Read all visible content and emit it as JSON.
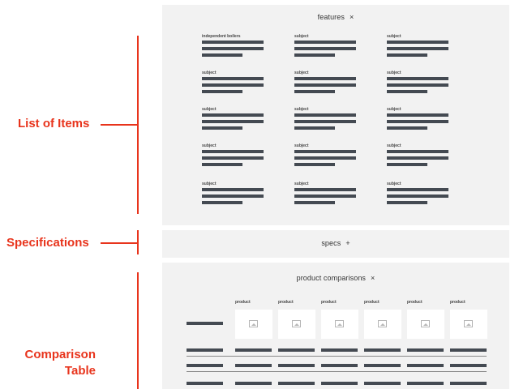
{
  "annotations": {
    "list_of_items": "List of Items",
    "specifications": "Specifications",
    "comparison_table_line1": "Comparison",
    "comparison_table_line2": "Table"
  },
  "features_panel": {
    "title": "features",
    "toggle": "×",
    "item_labels": [
      "independent boilers",
      "subject",
      "subject",
      "subject",
      "subject",
      "subject",
      "subject",
      "subject",
      "subject",
      "subject",
      "subject",
      "subject",
      "subject",
      "subject",
      "subject"
    ]
  },
  "specs_panel": {
    "title": "specs",
    "toggle": "+"
  },
  "comparison_panel": {
    "title": "product comparisons",
    "toggle": "×",
    "product_labels": [
      "product",
      "product",
      "product",
      "product",
      "product",
      "product"
    ]
  },
  "colors": {
    "annotation": "#e8341c",
    "panel_bg": "#f2f2f2",
    "placeholder_bar": "#444a52"
  }
}
